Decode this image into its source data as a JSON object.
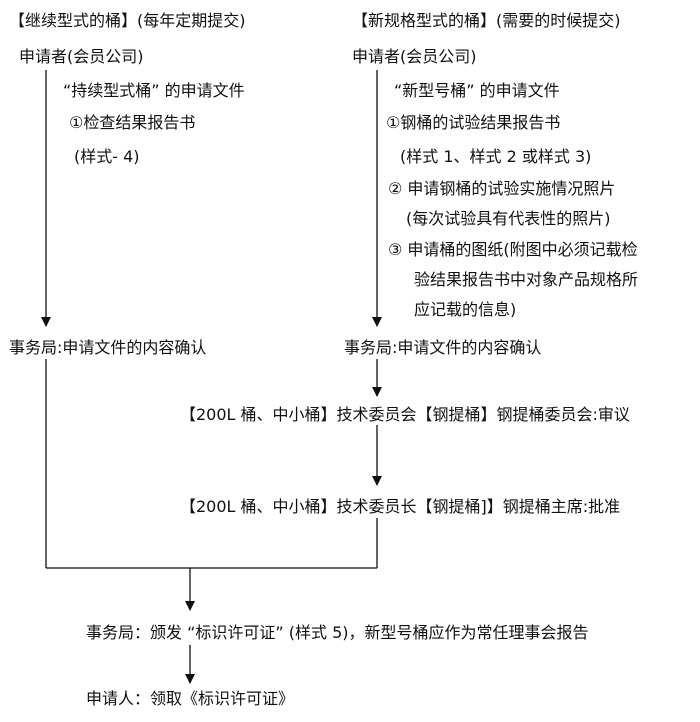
{
  "left": {
    "header": "【继续型式的桶】(每年定期提交)",
    "applicant": "申请者(会员公司)",
    "doc_title": "“持续型式桶” 的申请文件",
    "item1": "①检查结果报告书",
    "item1_note": "(样式- 4)"
  },
  "right": {
    "header": "【新规格型式的桶】(需要的时候提交)",
    "applicant": "申请者(会员公司)",
    "doc_title": "“新型号桶” 的申请文件",
    "item1": "①钢桶的试验结果报告书",
    "item1_note": "(样式 1、样式 2 或样式 3)",
    "item2": "② 申请钢桶的试验实施情况照片",
    "item2_note": "(每次试验具有代表性的照片)",
    "item3_line1": "③ 申请桶的图纸(附图中必须记载检",
    "item3_line2": "验结果报告书中对象产品规格所",
    "item3_line3": "应记载的信息)"
  },
  "confirm": {
    "left": "事务局:申请文件的内容确认",
    "right": "事务局:申请文件的内容确认"
  },
  "committee": {
    "review": "【200L 桶、中小桶】技术委员会【钢提桶】钢提桶委员会:审议",
    "approve": "【200L 桶、中小桶】技术委员长【钢提桶]】钢提桶主席:批准"
  },
  "final": {
    "issue": "事务局：颁发 “标识许可证” (样式 5)，新型号桶应作为常任理事会报告",
    "receive": "申请人：领取《标识许可证》"
  }
}
